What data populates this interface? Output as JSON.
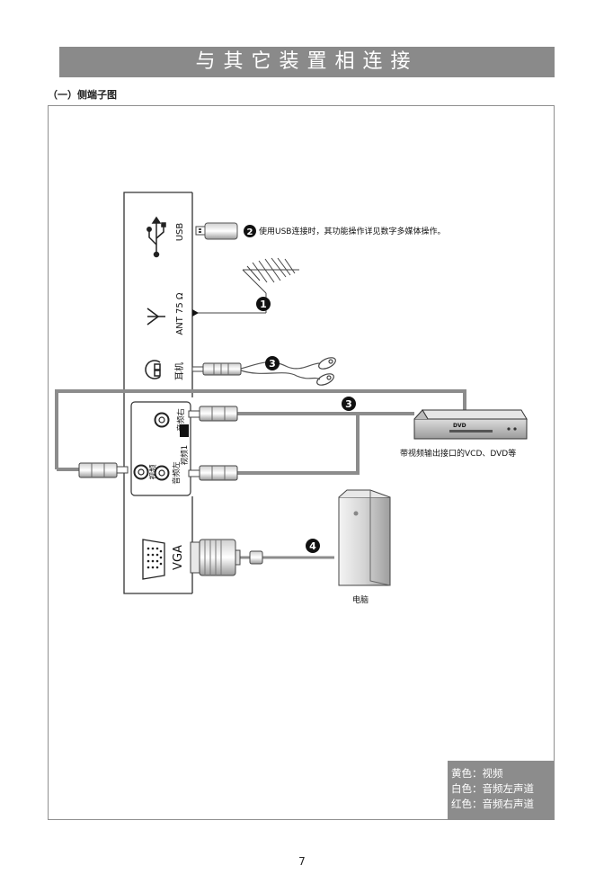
{
  "header": {
    "title": "与其它装置相连接"
  },
  "section_title": "（一）侧端子图",
  "panel": {
    "usb_label": "USB",
    "ant_label": "ANT 75 Ω",
    "earphone_label": "耳机",
    "audio_right_label": "音频右",
    "video_label": "视频",
    "audio_left_label": "音频左",
    "video1_label": "视频1",
    "vga_label": "VGA"
  },
  "callouts": {
    "n1": "1",
    "n2": "2",
    "n3a": "3",
    "n3b": "3",
    "n4": "4"
  },
  "notes": {
    "usb_note": "使用USB连接时，其功能操作详见数字多媒体操作。",
    "dvd_label": "DVD",
    "dvd_note": "带视频输出接口的VCD、DVD等",
    "pc_note": "电脑"
  },
  "legend": {
    "yellow": "黄色：视频",
    "white": "白色：音频左声道",
    "red": "红色：音频右声道"
  },
  "page_number": "7"
}
